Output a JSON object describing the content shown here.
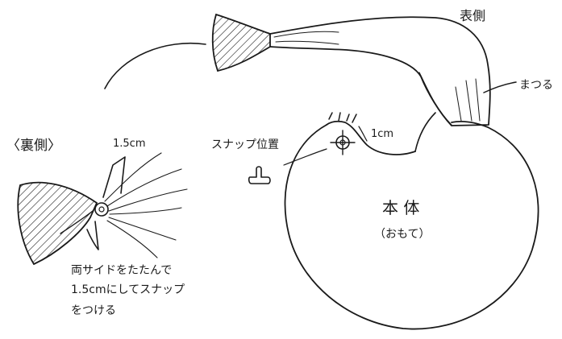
{
  "labels": {
    "outer_side": "表側",
    "stitch": "まつる",
    "inner_side": "〈裏側〉",
    "fold_width_top": "1.5cm",
    "snap_position": "スナップ位置",
    "snap_size": "1cm",
    "main_body": "本 体",
    "main_body_side": "（おもて）",
    "instruction": [
      "両サイドをたたんで",
      "1.5cmにしてスナップ",
      "をつける"
    ]
  },
  "colors": {
    "ink": "#1a1a1a",
    "background": "#ffffff"
  }
}
